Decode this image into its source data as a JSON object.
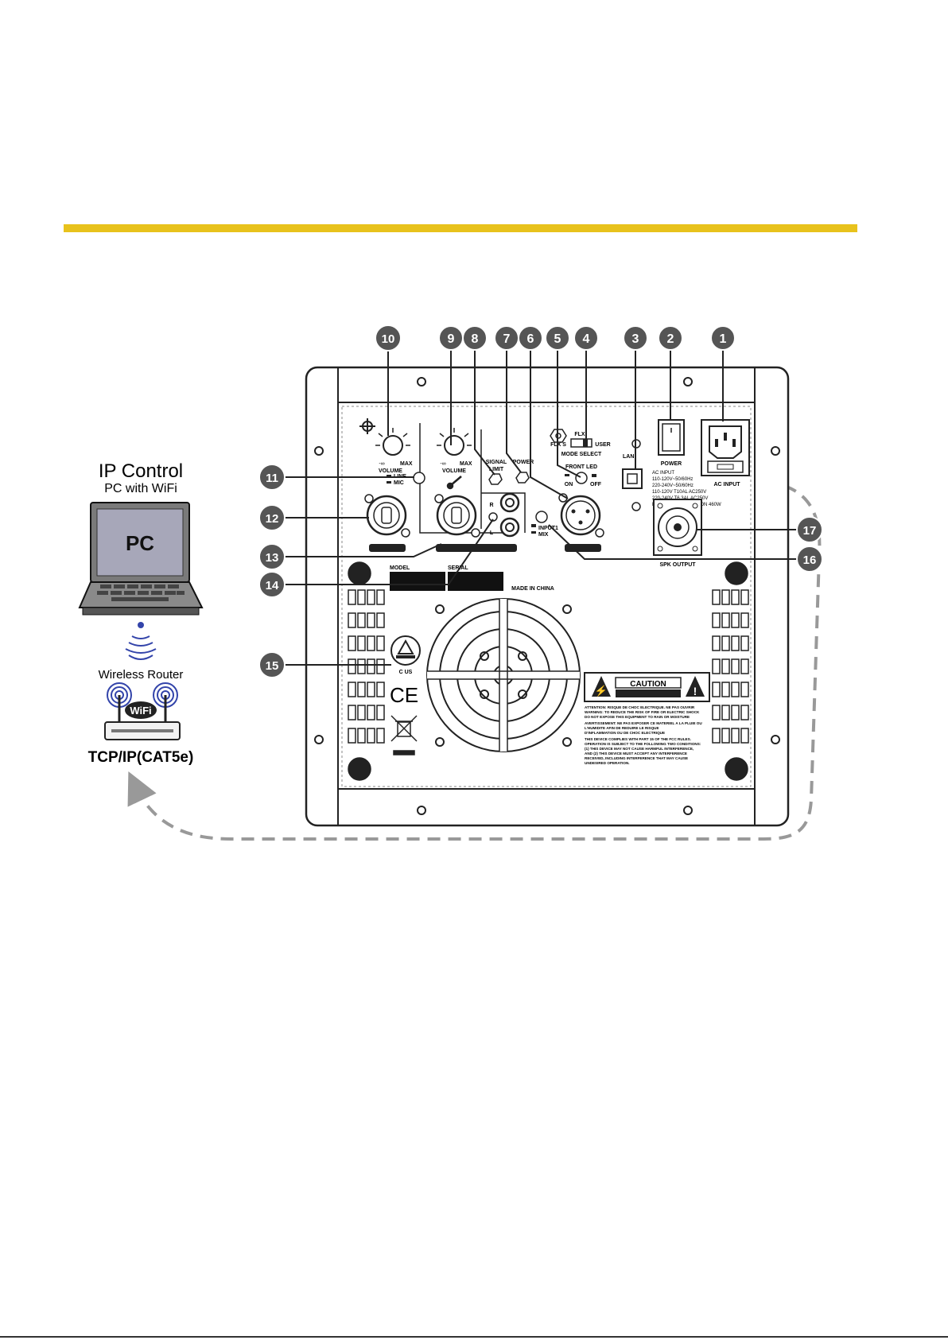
{
  "colors": {
    "accent": "#e8c21c",
    "callout": "#555555",
    "panel_stroke": "#222222",
    "dashed_path": "#999999"
  },
  "callouts": [
    "1",
    "2",
    "3",
    "4",
    "5",
    "6",
    "7",
    "8",
    "9",
    "10",
    "11",
    "12",
    "13",
    "14",
    "15",
    "16",
    "17"
  ],
  "ip_control": {
    "title": "IP Control",
    "subtitle": "PC with WiFi",
    "pc_label": "PC",
    "router_label": "Wireless Router",
    "wifi_badge": "WiFi",
    "connection_label": "TCP/IP(CAT5e)"
  },
  "panel": {
    "volume_label": "VOLUME",
    "min_label": "-∞",
    "max_label": "MAX",
    "line_label": "LINE",
    "mic_label": "MIC",
    "signal_label": "SIGNAL",
    "limit_label": "LIMIT",
    "power_led_label": "POWER",
    "r_label": "R",
    "l_label": "L",
    "input1_label": "INPUT1",
    "mix_label": "MIX",
    "front_led_label": "FRONT LED",
    "on_label": "ON",
    "off_label": "OFF",
    "flx_label": "FLX",
    "flx_s_label": "FLX S",
    "user_label": "USER",
    "mode_select_label": "MODE SELECT",
    "lan_label": "LAN",
    "power_label": "POWER",
    "ac_input_label": "AC INPUT",
    "ac_spec_lines": [
      "AC INPUT",
      "110-120V~50/60Hz",
      "220-240V~50/60Hz",
      "110-120V T10AL AC250V",
      "220-240V T6.3AL AC250V",
      "POWER CONSUMPTION 460W"
    ],
    "spk_output_label": "SPK OUTPUT",
    "model_label": "MODEL",
    "serial_label": "SERIAL",
    "made_in": "MADE IN CHINA",
    "cert_label": "C   US",
    "ce_mark": "CE",
    "caution_title": "CAUTION",
    "caution_text_lines": [
      "ATTENTION: RISQUE DE CHOC ELECTRIQUE. NE PAS OUVRIR",
      "WARNING: TO REDUCE THE RISK OF FIRE OR ELECTRIC SHOCK",
      "DO NOT EXPOSE THIS EQUIPMENT TO RAIN OR MOISTURE",
      "AVERTISSEMENT: NE PAS EXPOSER CE MATERIEL A LA PLUIE OU",
      "L'HUMIDITE AFIN DE REDUIRE LE RISQUE",
      "D'INFLAMMATION OU DE CHOC ELECTRIQUE",
      "THIS DEVICE COMPLIES WITH PART 15 OF THE FCC RULES.",
      "OPERATION IS SUBJECT TO THE FOLLOWING TWO CONDITIONS:",
      "(1) THIS DEVICE MAY NOT CAUSE HARMFUL INTERFERENCE,",
      "AND (2) THIS DEVICE MUST ACCEPT ANY INTERFERENCE",
      "RECEIVED, INCLUDING INTERFERENCE THAT MAY CAUSE",
      "UNDESIRED OPERATION."
    ]
  }
}
